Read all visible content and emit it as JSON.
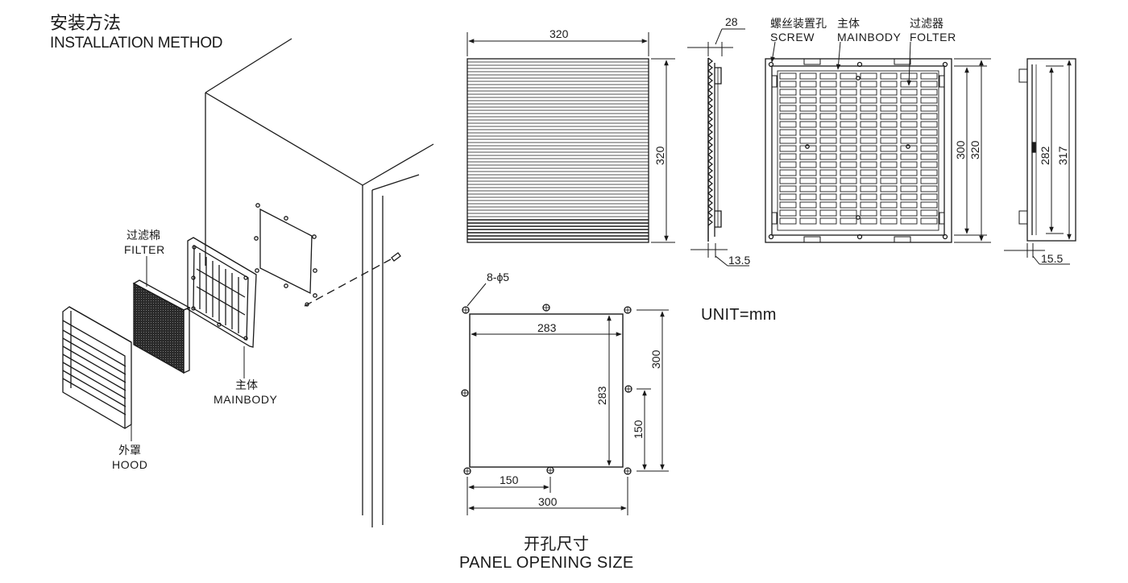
{
  "installation": {
    "title_cn": "安装方法",
    "title_en": "INSTALLATION METHOD",
    "filter_cn": "过滤棉",
    "filter_en": "FILTER",
    "mainbody_cn": "主体",
    "mainbody_en": "MAINBODY",
    "hood_cn": "外罩",
    "hood_en": "HOOD"
  },
  "front_view": {
    "width": "320",
    "height": "320"
  },
  "side_view": {
    "depth_top": "28",
    "depth_bottom": "13.5"
  },
  "rear_view": {
    "screw_cn": "螺丝装置孔",
    "screw_en": "SCREW",
    "mainbody_cn": "主体",
    "mainbody_en": "MAINBODY",
    "filter_cn": "过滤器",
    "filter_en": "FOLTER",
    "inner": "300",
    "outer": "320"
  },
  "side_view_2": {
    "inner": "282",
    "outer": "317",
    "depth": "15.5"
  },
  "unit": "UNIT=mm",
  "panel": {
    "holes": "8-ϕ5",
    "inner_w": "283",
    "inner_h": "283",
    "outer_h": "300",
    "half_h": "150",
    "half_w": "150",
    "outer_w": "300",
    "title_cn": "开孔尺寸",
    "title_en": "PANEL OPENING SIZE"
  }
}
